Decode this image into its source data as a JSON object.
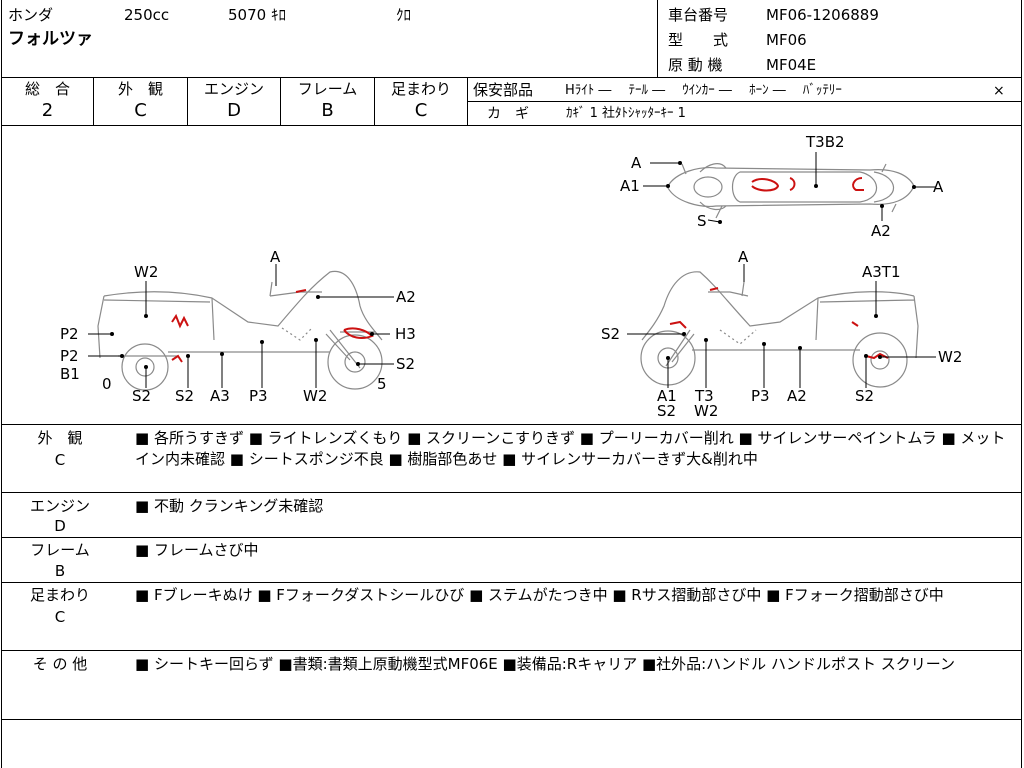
{
  "header": {
    "maker": "ホンダ",
    "displacement": "250cc",
    "mileage": "5070 ｷﾛ",
    "color": "ｸﾛ",
    "model": "フォルツァ",
    "frame_no_label": "車台番号",
    "frame_no": "MF06-1206889",
    "type_label": "型　　式",
    "type": "MF06",
    "engine_label": "原 動 機",
    "engine": "MF04E"
  },
  "grades": {
    "overall_label": "総　合",
    "overall": "2",
    "exterior_label": "外　観",
    "exterior": "C",
    "engine_label": "エンジン",
    "engine": "D",
    "frame_label": "フレーム",
    "frame": "B",
    "suspension_label": "足まわり",
    "suspension": "C"
  },
  "safety": {
    "title": "保安部品",
    "items": "Hﾗｲﾄ ―　 ﾃｰﾙ ―　 ｳｲﾝｶｰ ―　 ﾎｰﾝ ―　 ﾊﾞｯﾃﾘｰ",
    "battery_mark": "×",
    "key_label": "カ　ギ",
    "keys": "ｶｷﾞ 1 社ﾀﾄｼｬｯﾀｰｷｰ 1"
  },
  "diagram": {
    "top_labels": [
      "A",
      "A1",
      "S",
      "T3B2",
      "A",
      "A2"
    ],
    "left_labels": [
      "W2",
      "A",
      "A2",
      "P2",
      "H3",
      "P2",
      "B1",
      "S2",
      "0",
      "5",
      "S2",
      "S2",
      "A3",
      "P3",
      "W2"
    ],
    "right_labels": [
      "A",
      "A3T1",
      "S2",
      "W2",
      "A1",
      "T3",
      "P3",
      "A2",
      "S2",
      "S2",
      "W2"
    ]
  },
  "details": [
    {
      "label": "外　観",
      "grade": "C",
      "text": "■ 各所うすきず ■ ライトレンズくもり ■ スクリーンこすりきず ■ プーリーカバー削れ ■ サイレンサーペイントムラ ■ メットイン内未確認 ■ シートスポンジ不良 ■ 樹脂部色あせ ■ サイレンサーカバーきず大&削れ中"
    },
    {
      "label": "エンジン",
      "grade": "D",
      "text": "■ 不動 クランキング未確認"
    },
    {
      "label": "フレーム",
      "grade": "B",
      "text": "■ フレームさび中"
    },
    {
      "label": "足まわり",
      "grade": "C",
      "text": "■ Fブレーキぬけ ■ Fフォークダストシールひび ■ ステムがたつき中 ■ Rサス摺動部さび中 ■ Fフォーク摺動部さび中"
    },
    {
      "label": "そ の 他",
      "grade": "",
      "text": "■ シートキー回らず ■書類:書類上原動機型式MF06E ■装備品:Rキャリア ■社外品:ハンドル ハンドルポスト スクリーン"
    }
  ],
  "colors": {
    "line": "#000000",
    "damage": "#cc1111",
    "bike_outline": "#888888"
  }
}
